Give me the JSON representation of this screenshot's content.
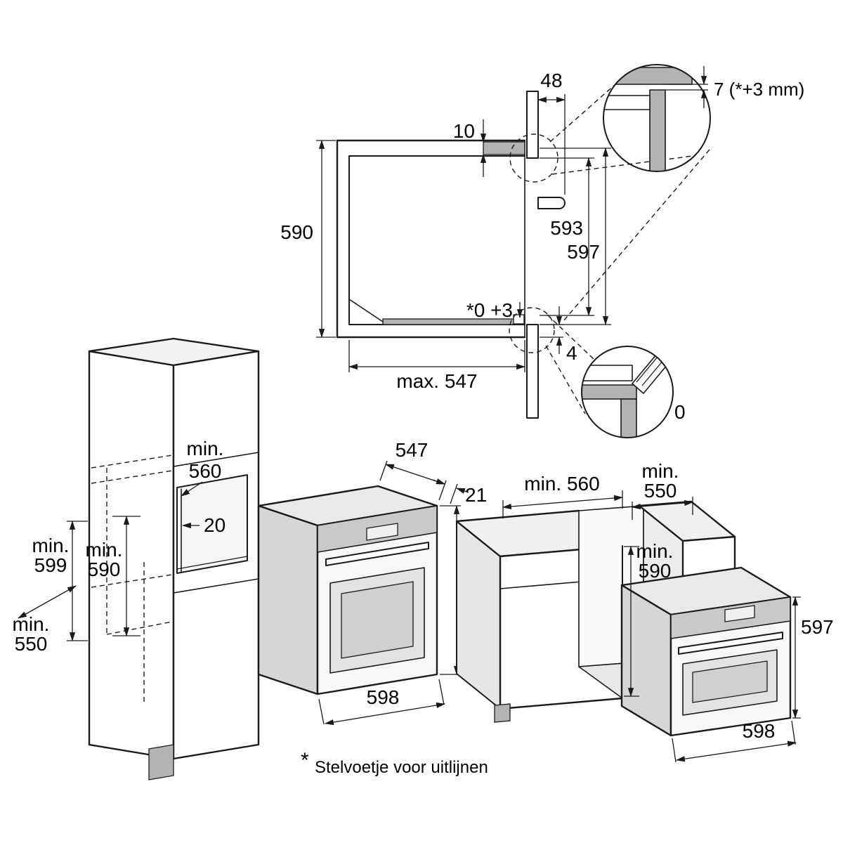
{
  "colors": {
    "line": "#1a1a1a",
    "panel_gray": "#b3b3b3",
    "face_top": "#ededed",
    "face_side": "#d9d9d9",
    "face_front": "#f7f7f7",
    "background": "#ffffff"
  },
  "cross_section": {
    "dims": {
      "front_clearance": "48",
      "top_gap": "10",
      "detail_top_gap": "7 (*+3 mm)",
      "niche_height": "590",
      "opening_height": "593",
      "front_height": "597",
      "bottom_adjust": "*0 +3",
      "bottom_offset": "4",
      "depth_max": "max. 547",
      "detail_bottom_gap": "0"
    }
  },
  "tall_unit": {
    "dims": {
      "depth_top": [
        "min.",
        "560"
      ],
      "ledge": "20",
      "outer_height": [
        "min.",
        "599"
      ],
      "niche_height": [
        "min.",
        "590"
      ],
      "depth_bottom": [
        "min.",
        "550"
      ]
    }
  },
  "oven": {
    "dims": {
      "depth": "547",
      "overhang": "21",
      "height": "597",
      "width": "598"
    }
  },
  "base_unit": {
    "dims": {
      "niche_width": "min. 560",
      "niche_depth": [
        "min.",
        "550"
      ],
      "niche_height": [
        "min.",
        "590"
      ],
      "oven_height": "597",
      "oven_width": "598"
    }
  },
  "footnote": {
    "marker": "*",
    "text": "Stelvoetje voor uitlijnen"
  }
}
